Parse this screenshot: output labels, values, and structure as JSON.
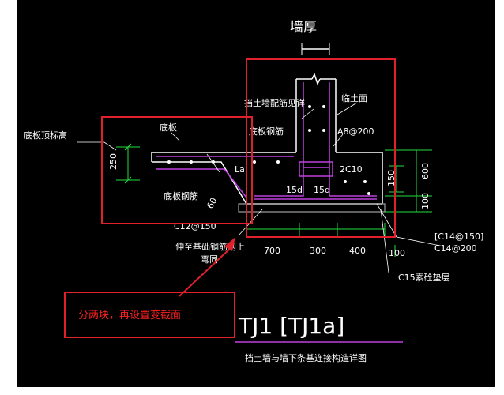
{
  "title_wall_thickness": "墙厚",
  "labels": {
    "retaining_wall_rebar": "挡土墙配筋见详",
    "soil_face": "临土面",
    "bottom_slab_top_elevation": "底板顶标高",
    "bottom_slab": "底板",
    "bottom_slab_rebar_upper": "底板钢筋",
    "a8_200": "A8@200",
    "two_c10": "2C10",
    "la": "La",
    "fifteen_d_left": "15d",
    "fifteen_d_right": "15d",
    "bottom_slab_rebar_lower": "底板钢筋",
    "sixty": "60",
    "c12_150": "C12@150",
    "extend_line1": "伸至基础钢筋网上",
    "extend_line2": "弯同",
    "c14_150": "[C14@150]",
    "c14_200": "C14@200",
    "c15_cushion": "C15素砼垫层"
  },
  "dimensions": {
    "left_250": "250",
    "d700": "700",
    "d300": "300",
    "d400": "400",
    "d100_bottom": "100",
    "r600": "600",
    "r100": "100",
    "r150": "150"
  },
  "callout_text": "分两块，再设置变截面",
  "detail_title": "TJ1 [TJ1a]",
  "detail_subtitle": "挡土墙与墙下条基连接构造详图",
  "colors": {
    "background": "#000000",
    "highlight_box": "#e0202a",
    "rebar": "#c040e0",
    "dimension": "#20e040",
    "concrete_outline": "#ffffff",
    "gray_ground": "#a0a0a0"
  }
}
